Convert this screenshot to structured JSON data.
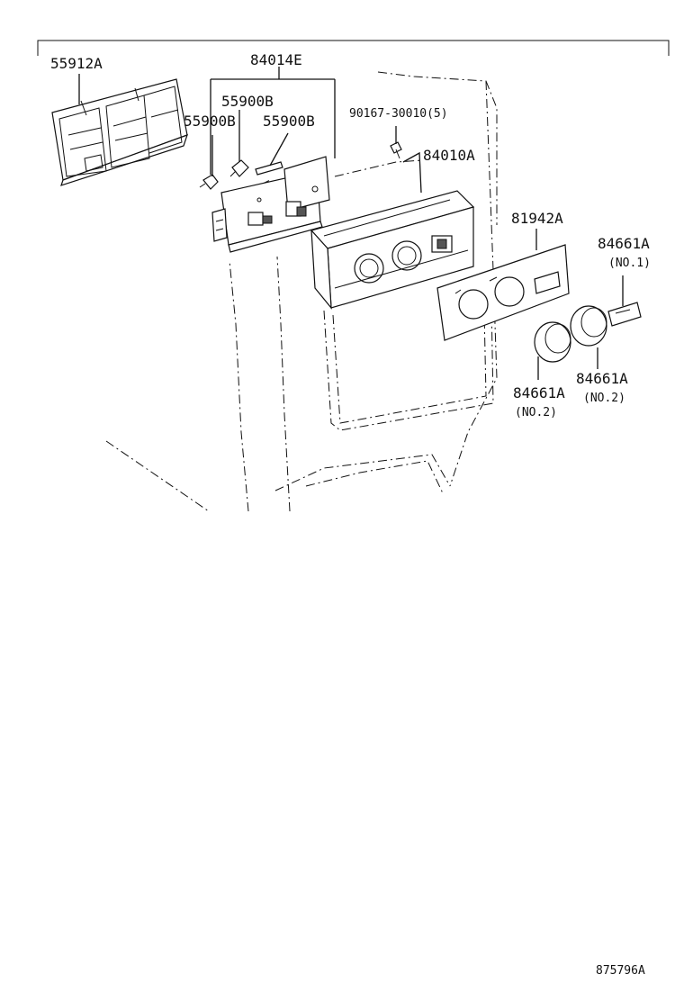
{
  "labels": {
    "p55912A": "55912A",
    "p84014E": "84014E",
    "p55900B_top": "55900B",
    "p55900B_left": "55900B",
    "p55900B_right": "55900B",
    "p90167": "90167-30010(5)",
    "p84010A": "84010A",
    "p81942A": "81942A",
    "p84661A_no1": "84661A",
    "p84661A_no1_sub": "(NO.1)",
    "p84661A_no2a": "84661A",
    "p84661A_no2a_sub": "(NO.2)",
    "p84661A_no2b": "84661A",
    "p84661A_no2b_sub": "(NO.2)"
  },
  "footer": {
    "diagram_number": "875796A"
  }
}
